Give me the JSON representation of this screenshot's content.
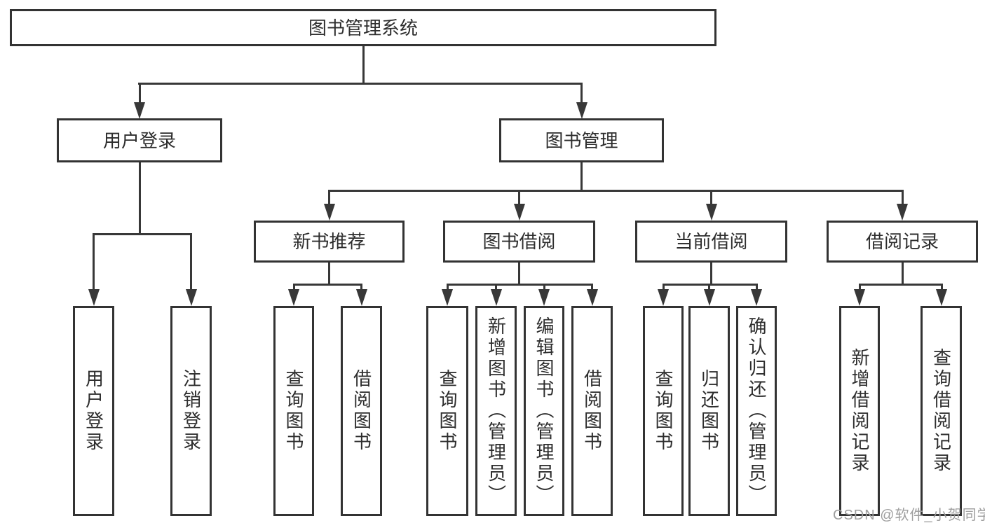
{
  "tree": {
    "root_label": "图书管理系统",
    "branches": [
      {
        "label": "用户登录",
        "leaves": [
          "用户登录",
          "注销登录"
        ]
      },
      {
        "label": "图书管理",
        "sections": [
          {
            "label": "新书推荐",
            "leaves": [
              "查询图书",
              "借阅图书"
            ]
          },
          {
            "label": "图书借阅",
            "leaves": [
              "查询图书",
              "新增图书（管理员）",
              "编辑图书（管理员）",
              "借阅图书"
            ]
          },
          {
            "label": "当前借阅",
            "leaves": [
              "查询图书",
              "归还图书",
              "确认归还（管理员）"
            ]
          },
          {
            "label": "借阅记录",
            "leaves": [
              "新增借阅记录",
              "查询借阅记录"
            ]
          }
        ]
      }
    ]
  },
  "watermark": {
    "text": "CSDN @软件_小贺同学"
  },
  "colors": {
    "line": "#383838",
    "box_border": "#333333",
    "box_background": "#ffffff",
    "text": "#2d2d2d",
    "watermark": "#9e9e9e",
    "page_background": "#ffffff"
  }
}
